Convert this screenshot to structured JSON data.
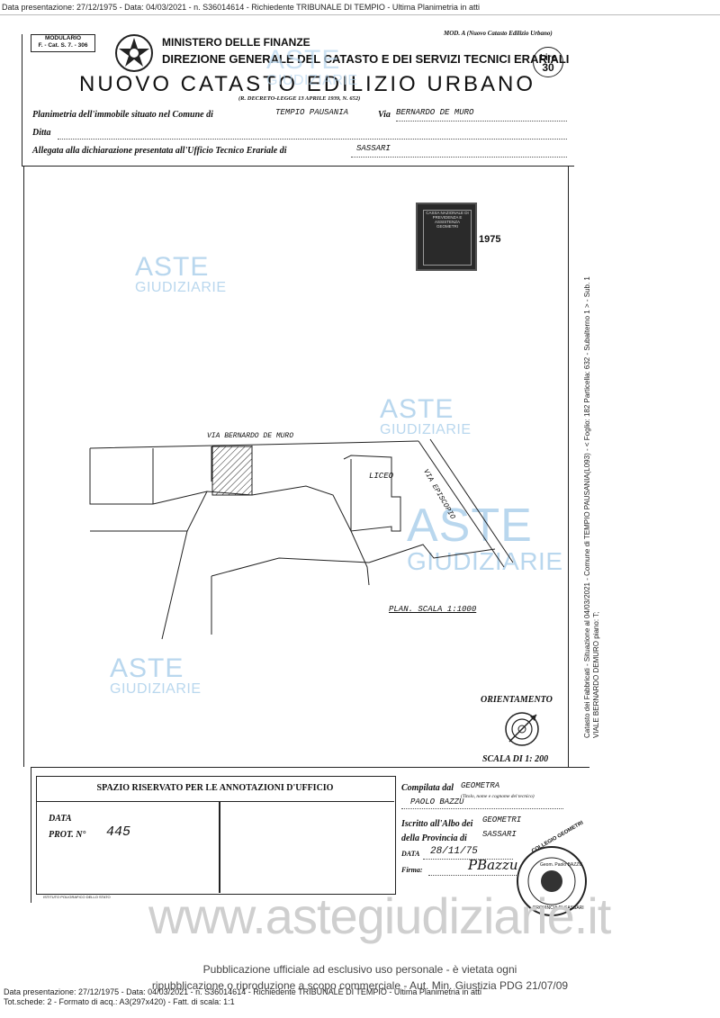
{
  "header": {
    "top_line": "Data presentazione: 27/12/1975 - Data: 04/03/2021 - n. S36014614 - Richiedente TRIBUNALE DI TEMPIO - Ultima Planimetria in atti",
    "mod_a": "MOD. A (Nuovo Catasto Edilizio Urbano)",
    "modulario": "MODULARIO",
    "modulario_code": "F. - Cat. S. 7. - 306",
    "ministero": "MINISTERO DELLE FINANZE",
    "direzione": "DIREZIONE GENERALE DEL CATASTO E DEI SERVIZI TECNICI ERARIALI",
    "title": "NUOVO CATASTO EDILIZIO URBANO",
    "decreto": "(R. DECRETO-LEGGE 13 APRILE 1939, N. 652)",
    "lire_label": "Lire",
    "lire_value": "30"
  },
  "form": {
    "planimetria_label": "Planimetria dell'immobile situato nel Comune di",
    "comune": "TEMPIO PAUSANIA",
    "via_label": "Via",
    "via": "BERNARDO DE MURO",
    "ditta_label": "Ditta",
    "allegata_label": "Allegata alla dichiarazione presentata all'Ufficio Tecnico Erariale di",
    "ufficio": "SASSARI"
  },
  "stamp": {
    "year": "1975",
    "text": "CASSA NAZIONALE DI PREVIDENZA E ASSISTENZA GEOMETRI"
  },
  "plan": {
    "street_top": "VIA BERNARDO DE MURO",
    "street_diag": "VIA EPISCOPIO",
    "building": "LICEO",
    "scale_plan": "PLAN. SCALA 1:1000",
    "orientation": "ORIENTAMENTO",
    "scale_main": "SCALA DI 1: 200"
  },
  "side_text": {
    "line1": "Catasto dei Fabbricati - Situazione al 04/03/2021 - Comune di TEMPIO PAUSANIA(L093) - < Foglio: 182 Particella: 632 - Subalterno 1 > - Sub. 1",
    "line2": "VIALE BERNARDO DEMURO piano: T;"
  },
  "notes": {
    "title": "SPAZIO RISERVATO PER LE ANNOTAZIONI D'UFFICIO",
    "data_label": "DATA",
    "prot_label": "PROT. N°",
    "prot_value": "445",
    "footer": "ISTITUTO POLIGRAFICO DELLO STATO"
  },
  "compilata": {
    "label": "Compilata dal",
    "qualifica": "GEOMETRA",
    "title_note": "(Titolo, nome e cognome del tecnico)",
    "nome": "PAOLO BAZZU",
    "iscritto_label": "Iscritto all'Albo dei",
    "albo": "GEOMETRI",
    "provincia_label": "della Provincia di",
    "provincia": "SASSARI",
    "data_label": "DATA",
    "data_value": "28/11/75",
    "firma_label": "Firma:",
    "firma": "PBazzu",
    "seal_text": "COLLEGIO GEOMETRI",
    "seal_name": "Geom. Paolo BAZZU",
    "seal_prov": "PROVINCIA DI SASSARI"
  },
  "watermark": {
    "brand_a": "ASTE",
    "brand_g": "GIUDIZIARIE",
    "url": "www.astegiudiziarie.it"
  },
  "footer": {
    "pub1": "Pubblicazione ufficiale ad esclusivo uso personale - è vietata ogni",
    "pub2": "ripubblicazione o riproduzione a scopo commerciale - Aut. Min. Giustizia PDG 21/07/09",
    "line1": "Data presentazione: 27/12/1975 - Data: 04/03/2021 - n. S36014614 - Richiedente TRIBUNALE DI TEMPIO - Ultima Planimetria in atti",
    "line2": "Tot.schede: 2 - Formato di acq.: A3(297x420) - Fatt. di scala: 1:1"
  }
}
